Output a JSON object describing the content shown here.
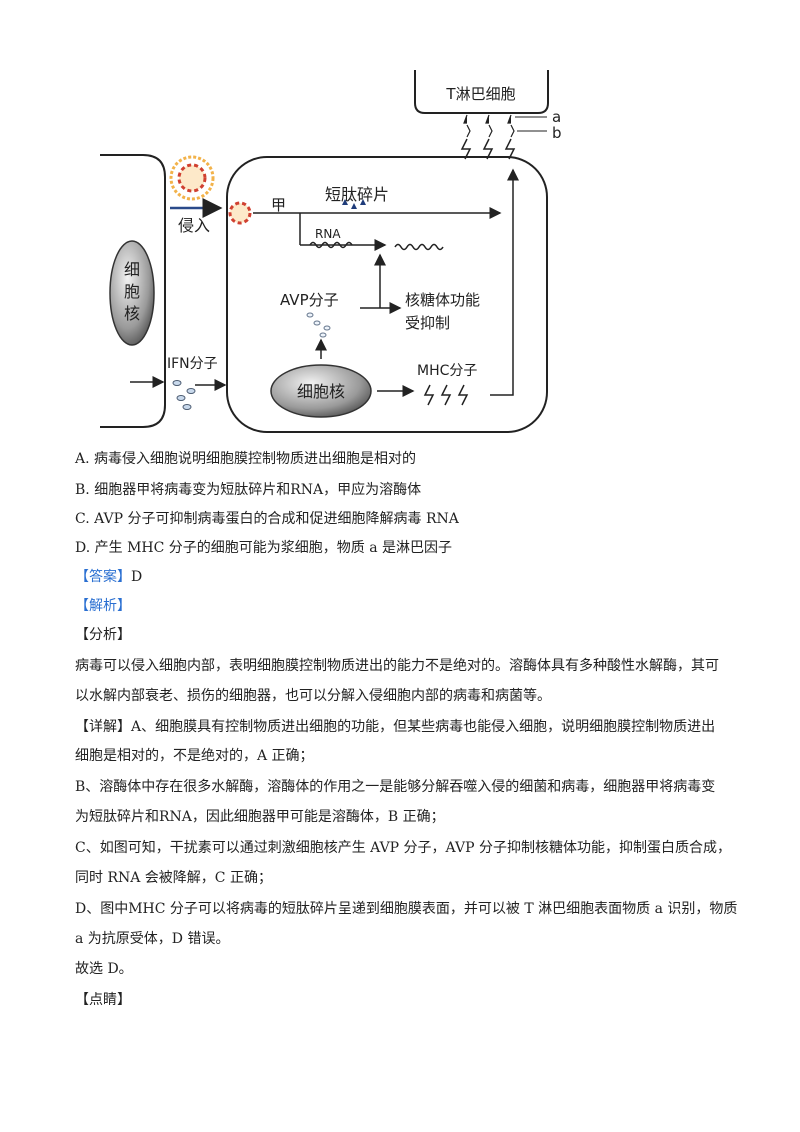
{
  "diagram": {
    "t_cell": "T淋巴细胞",
    "label_a": "a",
    "label_b": "b",
    "invade": "侵入",
    "left_nucleus": [
      "细",
      "胞",
      "核"
    ],
    "ifn": "IFN分子",
    "jia": "甲",
    "peptide": "短肽碎片",
    "rna": "RNA",
    "avp": "AVP分子",
    "ribosome_line1": "核糖体功能",
    "ribosome_line2": "受抑制",
    "nucleus": "细胞核",
    "mhc": "MHC分子"
  },
  "question": {
    "options": [
      "A. 病毒侵入细胞说明细胞膜控制物质进出细胞是相对的",
      "B. 细胞器甲将病毒变为短肽碎片和RNA，甲应为溶酶体",
      "C. AVP 分子可抑制病毒蛋白的合成和促进细胞降解病毒 RNA",
      "D. 产生 MHC 分子的细胞可能为浆细胞，物质 a 是淋巴因子"
    ]
  },
  "answer": {
    "tag": "【答案】",
    "value": "D",
    "analysis_tag": "【解析】",
    "fenxi_tag": "【分析】",
    "fenxi_lines": [
      "病毒可以侵入细胞内部，表明细胞膜控制物质进出的能力不是绝对的。溶酶体具有多种酸性水解酶，其可",
      "以水解内部衰老、损伤的细胞器，也可以分解入侵细胞内部的病毒和病菌等。"
    ],
    "detail_lines": [
      "【详解】A、细胞膜具有控制物质进出细胞的功能，但某些病毒也能侵入细胞，说明细胞膜控制物质进出",
      "细胞是相对的，不是绝对的，A 正确；",
      "B、溶酶体中存在很多水解酶，溶酶体的作用之一是能够分解吞噬入侵的细菌和病毒，细胞器甲将病毒变",
      "为短肽碎片和RNA，因此细胞器甲可能是溶酶体，B 正确；",
      "C、如图可知，干扰素可以通过刺激细胞核产生 AVP 分子，AVP 分子抑制核糖体功能，抑制蛋白质合成，",
      "同时 RNA 会被降解，C 正确；",
      "D、图中MHC 分子可以将病毒的短肽碎片呈递到细胞膜表面，并可以被 T 淋巴细胞表面物质 a 识别，物质",
      "a 为抗原受体，D 错误。",
      "故选 D。"
    ],
    "dianjing_tag": "【点睛】"
  }
}
